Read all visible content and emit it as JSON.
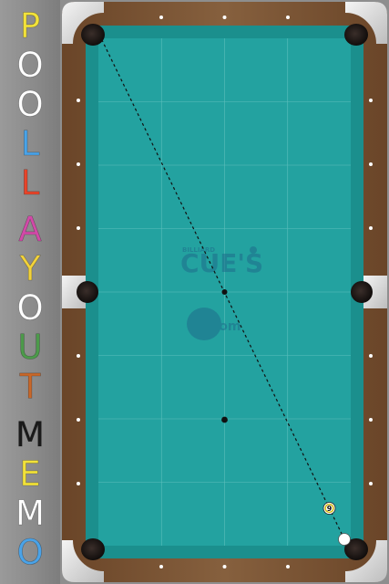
{
  "app": {
    "title_letters": [
      {
        "char": "P",
        "color": "#f2e23a"
      },
      {
        "char": "O",
        "color": "#ffffff"
      },
      {
        "char": "O",
        "color": "#ffffff"
      },
      {
        "char": "L",
        "color": "#4aa3e8"
      },
      {
        "char": "L",
        "color": "#e8452a"
      },
      {
        "char": "A",
        "color": "#d24aa8"
      },
      {
        "char": "Y",
        "color": "#f2d23a"
      },
      {
        "char": "O",
        "color": "#ffffff"
      },
      {
        "char": "U",
        "color": "#4c9a4a"
      },
      {
        "char": "T",
        "color": "#c8682a"
      },
      {
        "char": "M",
        "color": "#1a1a1a"
      },
      {
        "char": "E",
        "color": "#f2e23a"
      },
      {
        "char": "M",
        "color": "#ffffff"
      },
      {
        "char": "O",
        "color": "#4aa3e8"
      }
    ]
  },
  "table": {
    "cloth_color": "#23a2a0",
    "rail_color": "#7a5434",
    "logo": {
      "small_text": "BILLIARD",
      "main_text": "CUE'S",
      "sub_text": "com"
    },
    "balls": [
      {
        "name": "nine-ball",
        "label": "9",
        "type": "numbered"
      },
      {
        "name": "cue-ball",
        "label": "",
        "type": "cue"
      }
    ],
    "shot_line": {
      "style": "dashed",
      "from": "cue-ball",
      "to": "top-left-pocket"
    }
  }
}
